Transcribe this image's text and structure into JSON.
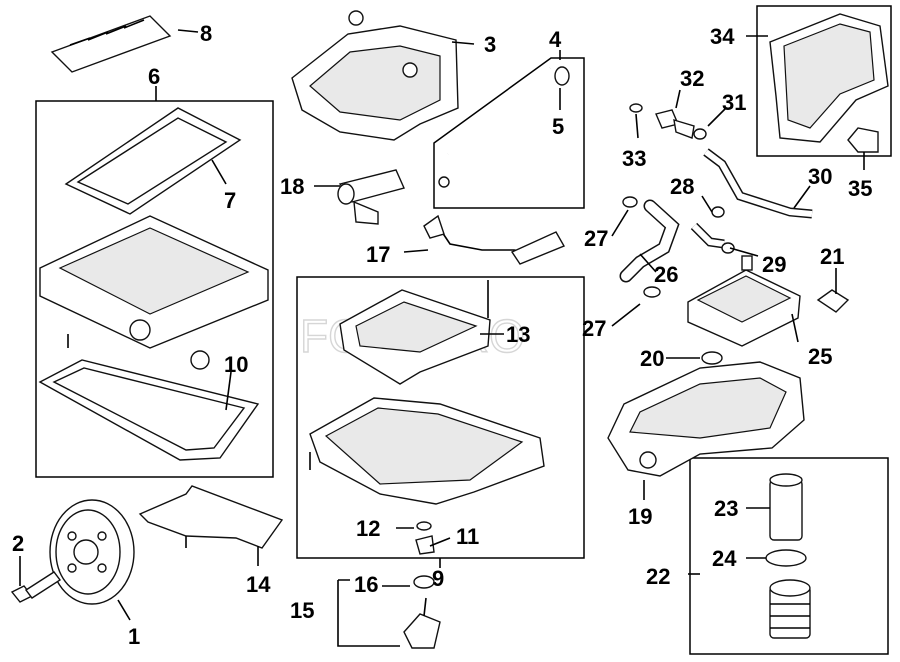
{
  "watermark": "FCPEURO",
  "callouts": [
    "1",
    "2",
    "3",
    "4",
    "5",
    "6",
    "7",
    "8",
    "9",
    "10",
    "11",
    "12",
    "13",
    "14",
    "15",
    "16",
    "17",
    "18",
    "19",
    "20",
    "21",
    "22",
    "23",
    "24",
    "25",
    "26",
    "27",
    "27",
    "28",
    "29",
    "30",
    "31",
    "32",
    "33",
    "34",
    "35"
  ],
  "colors": {
    "line": "#000000",
    "background": "#ffffff",
    "watermark": "#d6d6d6"
  }
}
